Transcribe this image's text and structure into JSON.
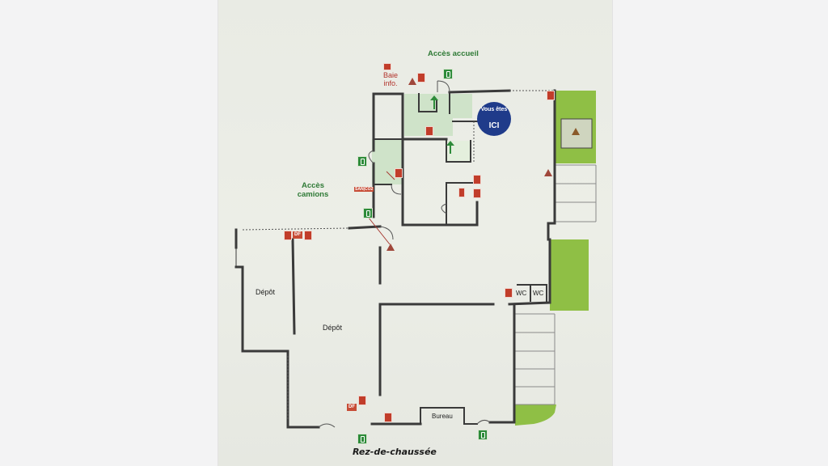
{
  "title": "Rez-de-chaussée",
  "labels": {
    "acces_accueil": "Accès accueil",
    "acces_camions": "Accès camions",
    "baie_info": "Baie info.",
    "vous_etes_ici_line1": "Vous êtes",
    "vous_etes_ici_line2": "ICI",
    "depot_left": "Dépôt",
    "depot_center": "Dépôt",
    "wc_1": "WC",
    "wc_2": "WC",
    "bureau": "Bureau",
    "df_1": "DF",
    "df_2": "DF",
    "tag_sandco": "SAN|CO2"
  },
  "colors": {
    "wall": "#3a3a3a",
    "corridor": "#cfe3c9",
    "lawn": "#8fbf45",
    "exit_sign": "#2e8b3a",
    "extinguisher": "#c13d2a",
    "you_are_here": "#1f3b8a"
  },
  "icons": [
    "exit-sign-icon",
    "extinguisher-icon",
    "warning-triangle-icon",
    "arrow-up-icon"
  ]
}
